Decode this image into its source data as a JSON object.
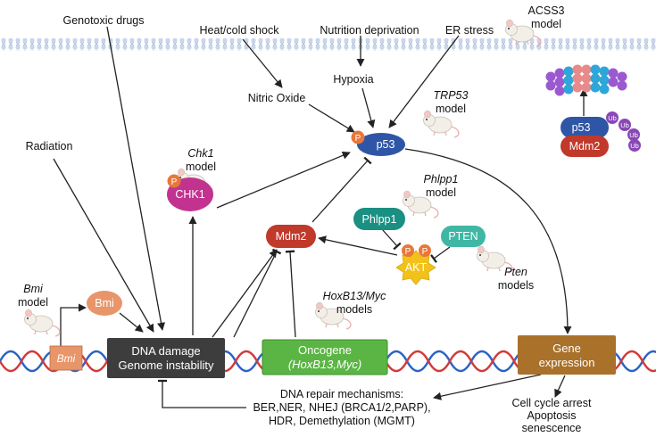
{
  "stimuli": {
    "genotoxic_drugs": "Genotoxic drugs",
    "heat_cold_shock": "Heat/cold shock",
    "nutrition_deprivation": "Nutrition deprivation",
    "er_stress": "ER stress",
    "radiation": "Radiation",
    "nitric_oxide": "Nitric Oxide",
    "hypoxia": "Hypoxia"
  },
  "models": {
    "acss3": [
      "ACSS3",
      "model"
    ],
    "trp53": [
      "TRP53",
      "model"
    ],
    "chk1": [
      "Chk1",
      "model"
    ],
    "phlpp1": [
      "Phlpp1",
      "model"
    ],
    "pten": [
      "Pten",
      "models"
    ],
    "hoxb13_myc": [
      "HoxB13/Myc",
      "models"
    ],
    "bmi": [
      "Bmi",
      "model"
    ]
  },
  "nodes": {
    "p53": "p53",
    "phospho": "P",
    "chk1": "CHK1",
    "mdm2": "Mdm2",
    "phlpp1": "Phlpp1",
    "pten": "PTEN",
    "akt": "AKT",
    "bmi": "Bmi",
    "bmi_gene": "Bmi",
    "ub": "Ub",
    "complex_p53": "p53",
    "complex_mdm2": "Mdm2"
  },
  "boxes": {
    "dna_damage": [
      "DNA damage",
      "Genome instability"
    ],
    "oncogene": [
      "Oncogene",
      "(HoxB13,Myc)"
    ],
    "gene_expression": [
      "Gene",
      "expression"
    ]
  },
  "outputs": {
    "dna_repair": [
      "DNA repair mechanisms:",
      "BER,NER, NHEJ (BRCA1/2,PARP),",
      "HDR, Demethylation (MGMT)"
    ],
    "outcomes": [
      "Cell cycle arrest",
      "Apoptosis",
      "senescence"
    ]
  },
  "colors": {
    "p53": "#2f56a6",
    "mdm2": "#c0392b",
    "chk1": "#c2338f",
    "phlpp1": "#1a8f82",
    "pten": "#3fb7a4",
    "akt": "#f2c21a",
    "phospho": "#e8773a",
    "bmi": "#e8956a",
    "dna_damage": "#3d3d3d",
    "oncogene": "#5bb544",
    "gene_expression": "#a9712a",
    "ub": "#8a47b8",
    "membrane": "#b7c6de"
  }
}
